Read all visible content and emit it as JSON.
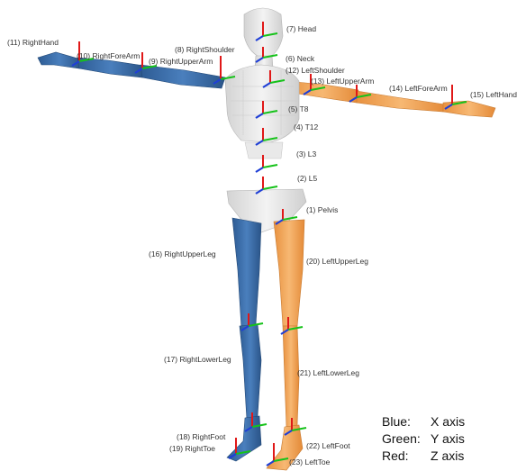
{
  "segments": [
    {
      "id": 1,
      "name": "Pelvis",
      "label": "(1) Pelvis"
    },
    {
      "id": 2,
      "name": "L5",
      "label": "(2) L5"
    },
    {
      "id": 3,
      "name": "L3",
      "label": "(3) L3"
    },
    {
      "id": 4,
      "name": "T12",
      "label": "(4) T12"
    },
    {
      "id": 5,
      "name": "T8",
      "label": "(5) T8"
    },
    {
      "id": 6,
      "name": "Neck",
      "label": "(6) Neck"
    },
    {
      "id": 7,
      "name": "Head",
      "label": "(7) Head"
    },
    {
      "id": 8,
      "name": "RightShoulder",
      "label": "(8) RightShoulder"
    },
    {
      "id": 9,
      "name": "RightUpperArm",
      "label": "(9) RightUpperArm"
    },
    {
      "id": 10,
      "name": "RightForeArm",
      "label": "(10) RightForeArm"
    },
    {
      "id": 11,
      "name": "RightHand",
      "label": "(11) RightHand"
    },
    {
      "id": 12,
      "name": "LeftShoulder",
      "label": "(12) LeftShoulder"
    },
    {
      "id": 13,
      "name": "LeftUpperArm",
      "label": "(13) LeftUpperArm"
    },
    {
      "id": 14,
      "name": "LeftForeArm",
      "label": "(14) LeftForeArm"
    },
    {
      "id": 15,
      "name": "LeftHand",
      "label": "(15) LeftHand"
    },
    {
      "id": 16,
      "name": "RightUpperLeg",
      "label": "(16) RightUpperLeg"
    },
    {
      "id": 17,
      "name": "RightLowerLeg",
      "label": "(17) RightLowerLeg"
    },
    {
      "id": 18,
      "name": "RightFoot",
      "label": "(18) RightFoot"
    },
    {
      "id": 19,
      "name": "RightToe",
      "label": "(19) RightToe"
    },
    {
      "id": 20,
      "name": "LeftUpperLeg",
      "label": "(20) LeftUpperLeg"
    },
    {
      "id": 21,
      "name": "LeftLowerLeg",
      "label": "(21) LeftLowerLeg"
    },
    {
      "id": 22,
      "name": "LeftFoot",
      "label": "(22) LeftFoot"
    },
    {
      "id": 23,
      "name": "LeftToe",
      "label": "(23) LeftToe"
    }
  ],
  "legend": [
    {
      "color_name": "Blue:",
      "axis": "X axis",
      "color": "#1f3fd6"
    },
    {
      "color_name": "Green:",
      "axis": "Y axis",
      "color": "#16c21a"
    },
    {
      "color_name": "Red:",
      "axis": "Z axis",
      "color": "#e01818"
    }
  ],
  "colors": {
    "right_side": "#3f6fa8",
    "left_side": "#f0a75a",
    "center": "#e6e6e6",
    "x_axis": "#1f3fd6",
    "y_axis": "#16c21a",
    "z_axis": "#e01818"
  }
}
